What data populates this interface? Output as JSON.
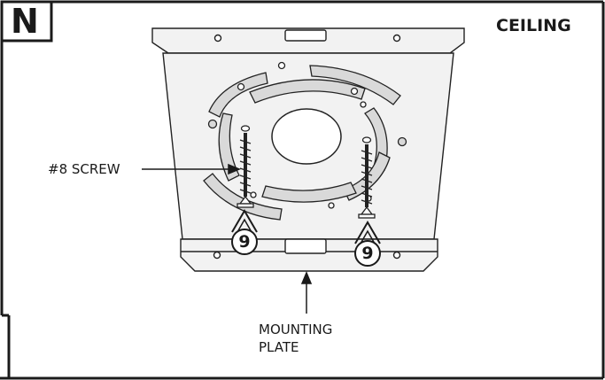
{
  "step_letter": "N",
  "ceiling_label": "CEILING",
  "screw_label": "#8 SCREW",
  "plate_label": [
    "MOUNTING",
    "PLATE"
  ],
  "step_numbers": [
    "9",
    "9"
  ],
  "colors": {
    "frame": "#1a1a1a",
    "plate_fill": "#f2f2f2",
    "slot_fill": "#d9d9d9",
    "line": "#222222"
  }
}
